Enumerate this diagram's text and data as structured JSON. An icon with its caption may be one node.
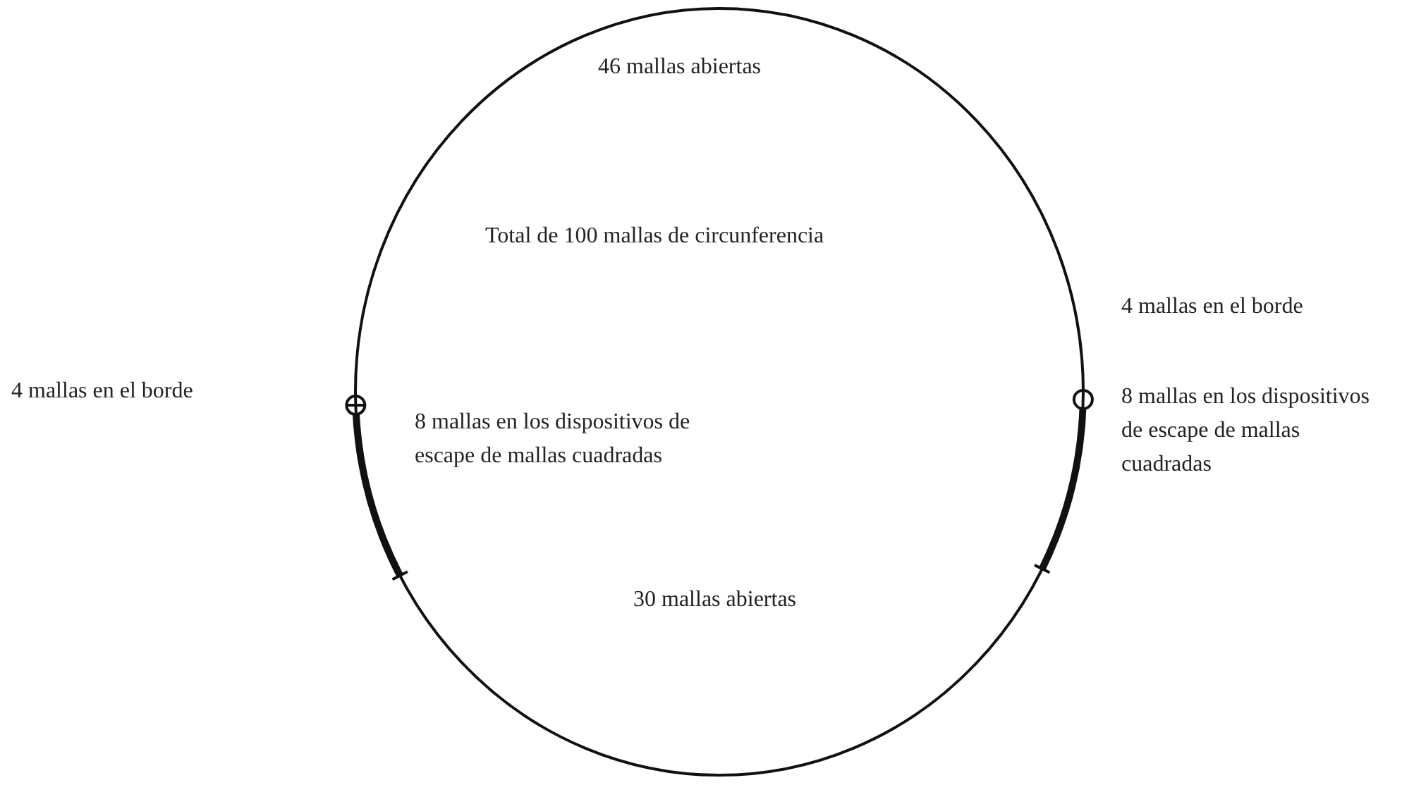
{
  "diagram": {
    "nodes": [
      {
        "text": [
          "46 mallas abiertas",
          "Total de 100 mallas de circunferencia",
          "8 mallas en los dispositivos de escape de mallas cuadradas",
          "30 mallas abiertas"
        ]
      }
    ],
    "edges": [],
    "labels": [
      "4 mallas en el borde",
      "4 mallas en el borde",
      "8 mallas en los dispositivos de escape de mallas cuadradas"
    ]
  }
}
